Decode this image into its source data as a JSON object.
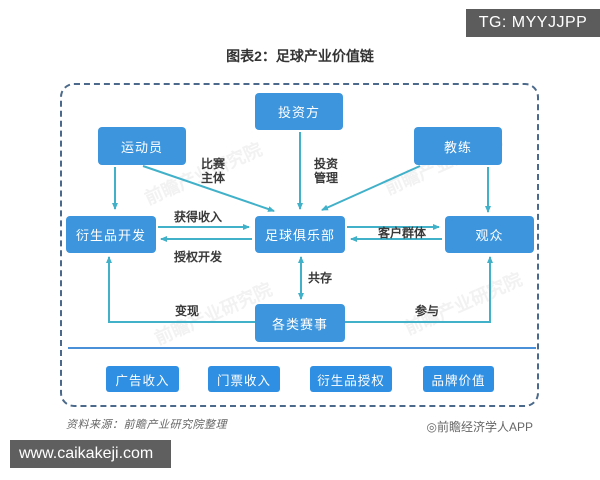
{
  "badges": {
    "tg": "TG: MYYJJPP",
    "site": "www.caikakeji.com"
  },
  "title": "图表2：足球产业价值链",
  "diagram": {
    "nodes": {
      "investor": "投资方",
      "athlete": "运动员",
      "coach": "教练",
      "derivatives": "衍生品开发",
      "club": "足球俱乐部",
      "audience": "观众",
      "events": "各类赛事"
    },
    "edge_labels": {
      "match_subject": [
        "比赛",
        "主体"
      ],
      "invest_manage": [
        "投资",
        "管理"
      ],
      "gain_income": "获得收入",
      "licensed_dev": "授权开发",
      "customer_group": "客户群体",
      "coexist": "共存",
      "monetize": "变现",
      "participate": "参与"
    },
    "outputs": [
      "广告收入",
      "门票收入",
      "衍生品授权",
      "品牌价值"
    ]
  },
  "footer": {
    "source": "资料来源：前瞻产业研究院整理",
    "credit": "◎前瞻经济学人APP"
  },
  "watermark": "前瞻产业研究院",
  "colors": {
    "node_blue": "#3c95dd",
    "output_blue": "#2f8fe2",
    "arrow_teal": "#41b1c9",
    "dash_border": "#4b698a",
    "divider": "#4a90d8",
    "badge_gray": "#5c5c5c"
  }
}
